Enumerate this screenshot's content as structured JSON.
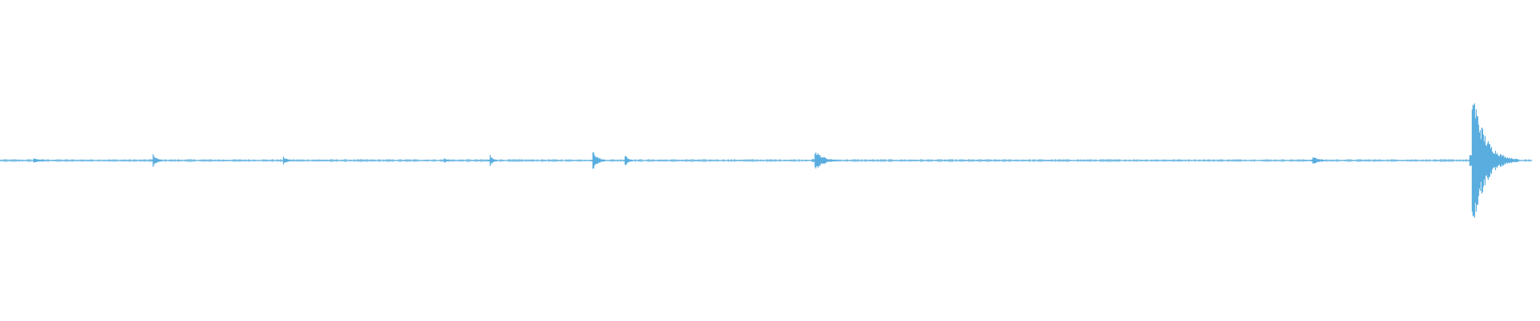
{
  "waveform": {
    "color": "#5aaedf",
    "baseline_amplitude": 0.015,
    "events": [
      {
        "t": 0.022,
        "amp": 0.03,
        "len": 0.02
      },
      {
        "t": 0.1,
        "amp": 0.08,
        "len": 0.01
      },
      {
        "t": 0.185,
        "amp": 0.05,
        "len": 0.01
      },
      {
        "t": 0.29,
        "amp": 0.03,
        "len": 0.01
      },
      {
        "t": 0.32,
        "amp": 0.08,
        "len": 0.008
      },
      {
        "t": 0.387,
        "amp": 0.13,
        "len": 0.012
      },
      {
        "t": 0.408,
        "amp": 0.07,
        "len": 0.01
      },
      {
        "t": 0.532,
        "amp": 0.14,
        "len": 0.02
      },
      {
        "t": 0.857,
        "amp": 0.06,
        "len": 0.015
      },
      {
        "t": 0.961,
        "amp": 1.0,
        "len": 0.03
      }
    ]
  }
}
